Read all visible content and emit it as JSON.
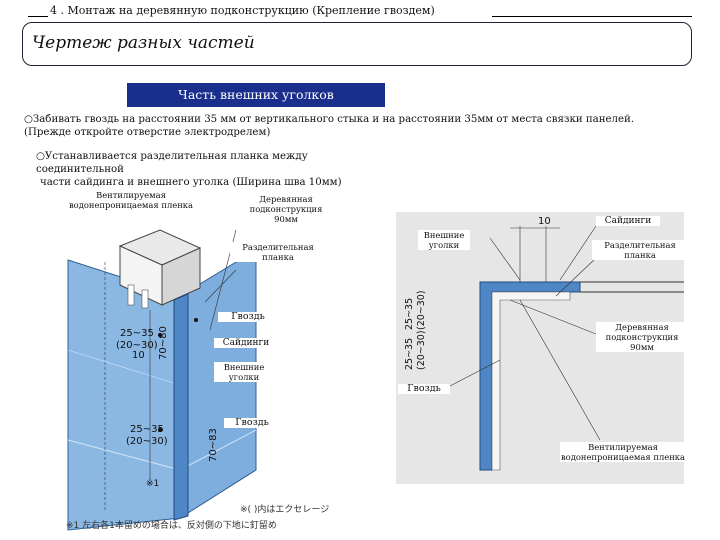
{
  "header": {
    "page_title": "4 . Монтаж на деревянную подконструкцию (Крепление гвоздем)",
    "section_title": "Чертеж разных частей"
  },
  "banner": {
    "label": "Часть внешних уголков"
  },
  "notes": {
    "note1_line1": "○Забивать гвоздь на расстоянии 35 мм от вертикального стыка и на расстоянии 35мм от места связки панелей.",
    "note1_line2": "(Прежде откройте отверстие электродрелем)",
    "note2_line1": "○Устанавливается разделительная планка между соединительной",
    "note2_line2": "части сайдинга и внешнего уголка (Ширина шва 10мм)"
  },
  "left_labels": {
    "vent_l1": "Вентилируемая",
    "vent_l2": "водонепроницаемая пленка",
    "wood_l1": "Деревянная",
    "wood_l2": "подконструкция",
    "wood_l3": "90мм",
    "sep_l1": "Разделительная",
    "sep_l2": "планка",
    "nail_top": "Гвоздь",
    "siding": "Сайдинги",
    "corner_l1": "Внешние",
    "corner_l2": "уголки",
    "nail_bottom": "Гвоздь"
  },
  "right_labels": {
    "corner_l1": "Внешние",
    "corner_l2": "уголки",
    "siding": "Сайдинги",
    "sep_l1": "Разделительная",
    "sep_l2": "планка",
    "wood_l1": "Деревянная",
    "wood_l2": "подконструкция",
    "wood_l3": "90мм",
    "nail": "Гвоздь",
    "vent_l1": "Вентилируемая",
    "vent_l2": "водонепроницаемая пленка"
  },
  "drawing_marks": {
    "dim_a1": "25~35",
    "dim_a2": "(20~30)",
    "dim_10": "10",
    "dim_70_80": "70~80",
    "dim_b1": "25~35",
    "dim_b2": "(20~30)",
    "dim_70_83": "70~83",
    "mark_1": "※1",
    "r_dim_10": "10",
    "r_dim_a": "25~35",
    "r_dim_b": "(20~30)",
    "r_dim_c": "25~35",
    "r_dim_d": "(20~30)",
    "footnote_a": "※(  )内はエクセレージ",
    "footnote_b": "※1  左右各1本留めの場合は、反対側の下地に釘留め"
  },
  "colors": {
    "banner": "#1a2e8c",
    "panel": "#8bb8e3",
    "panel_dark": "#5f90c8",
    "corner": "#4f86c6"
  }
}
